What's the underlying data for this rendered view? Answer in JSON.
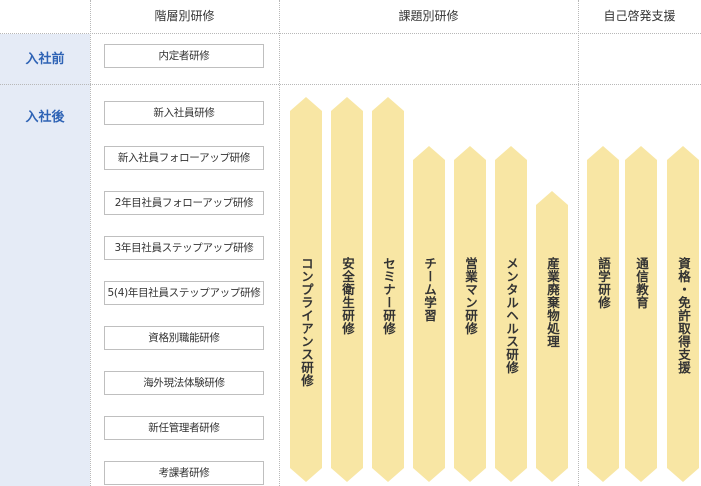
{
  "headers": {
    "hierarchical": "階層別研修",
    "thematic": "課題別研修",
    "self_dev": "自己啓発支援"
  },
  "rows": {
    "before": "入社前",
    "after": "入社後"
  },
  "hierarchical_items": {
    "pre": "内定者研修",
    "list": [
      "新入社員研修",
      "新入社員フォローアップ研修",
      "2年目社員フォローアップ研修",
      "3年目社員ステップアップ研修",
      "5(4)年目社員ステップアップ研修",
      "資格別職能研修",
      "海外現法体験研修",
      "新任管理者研修",
      "考課者研修"
    ]
  },
  "thematic_items": [
    "コンプライアンス研修",
    "安全衛生研修",
    "セミナー研修",
    "チーム学習",
    "営業マン研修",
    "メンタルヘルス研修",
    "産業廃棄物処理"
  ],
  "self_dev_items": [
    "語学研修",
    "通信教育",
    "資格・免許取得支援"
  ],
  "colors": {
    "arrow_fill": "#f8e6a4",
    "left_band": "#e5ebf6",
    "row_label": "#2e63b5"
  }
}
